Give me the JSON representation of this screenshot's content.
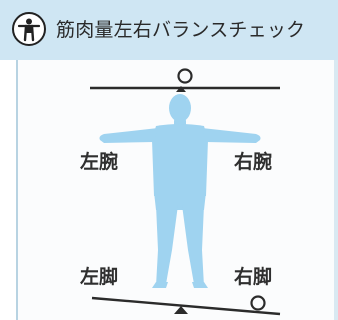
{
  "header": {
    "title": "筋肉量左右バランスチェック",
    "icon": "person-outline-icon"
  },
  "labels": {
    "left_arm": "左腕",
    "right_arm": "右腕",
    "left_leg": "左脚",
    "right_leg": "右脚"
  },
  "colors": {
    "header_bg": "#cfe6f3",
    "body_figure": "#9fd3f0",
    "line": "#2b2b2b"
  }
}
